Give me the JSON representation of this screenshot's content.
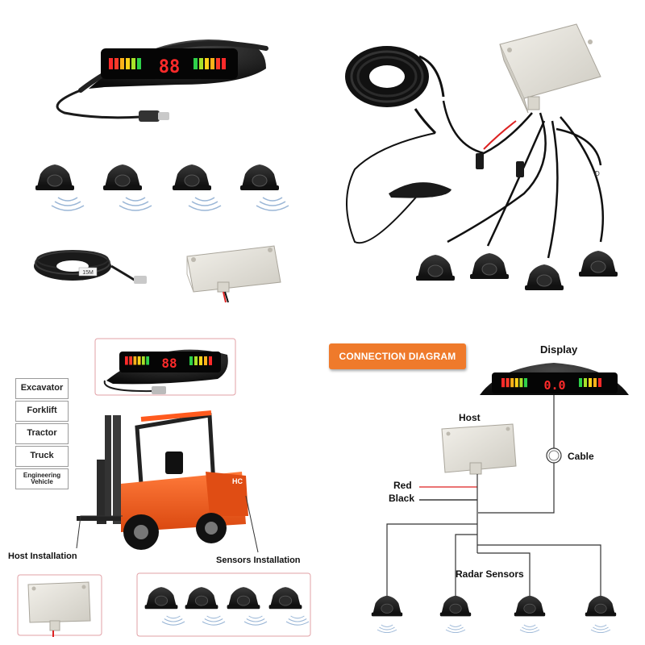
{
  "display_readouts": {
    "top_left": "88",
    "install_panel": "88",
    "diagram": "0.0"
  },
  "vehicle_types": [
    "Excavator",
    "Forklift",
    "Tractor",
    "Truck",
    "Engineering Vehicle"
  ],
  "labels": {
    "host_installation": "Host Installation",
    "sensors_installation": "Sensors Installation",
    "cable_length_tag": "15M",
    "connector_tag": "D"
  },
  "diagram": {
    "badge": "CONNECTION DIAGRAM",
    "display": "Display",
    "host": "Host",
    "cable": "Cable",
    "red": "Red",
    "black": "Black",
    "radar_sensors": "Radar Sensors"
  },
  "colors": {
    "badge": "#ef7a2b",
    "led_red": "#ff2a2a",
    "led_yellow": "#ffd21a",
    "led_green": "#2fd14a",
    "forklift_body": "#f05a1e",
    "sensor_body": "#1b1b1b",
    "host_box": "#e8e6df"
  }
}
